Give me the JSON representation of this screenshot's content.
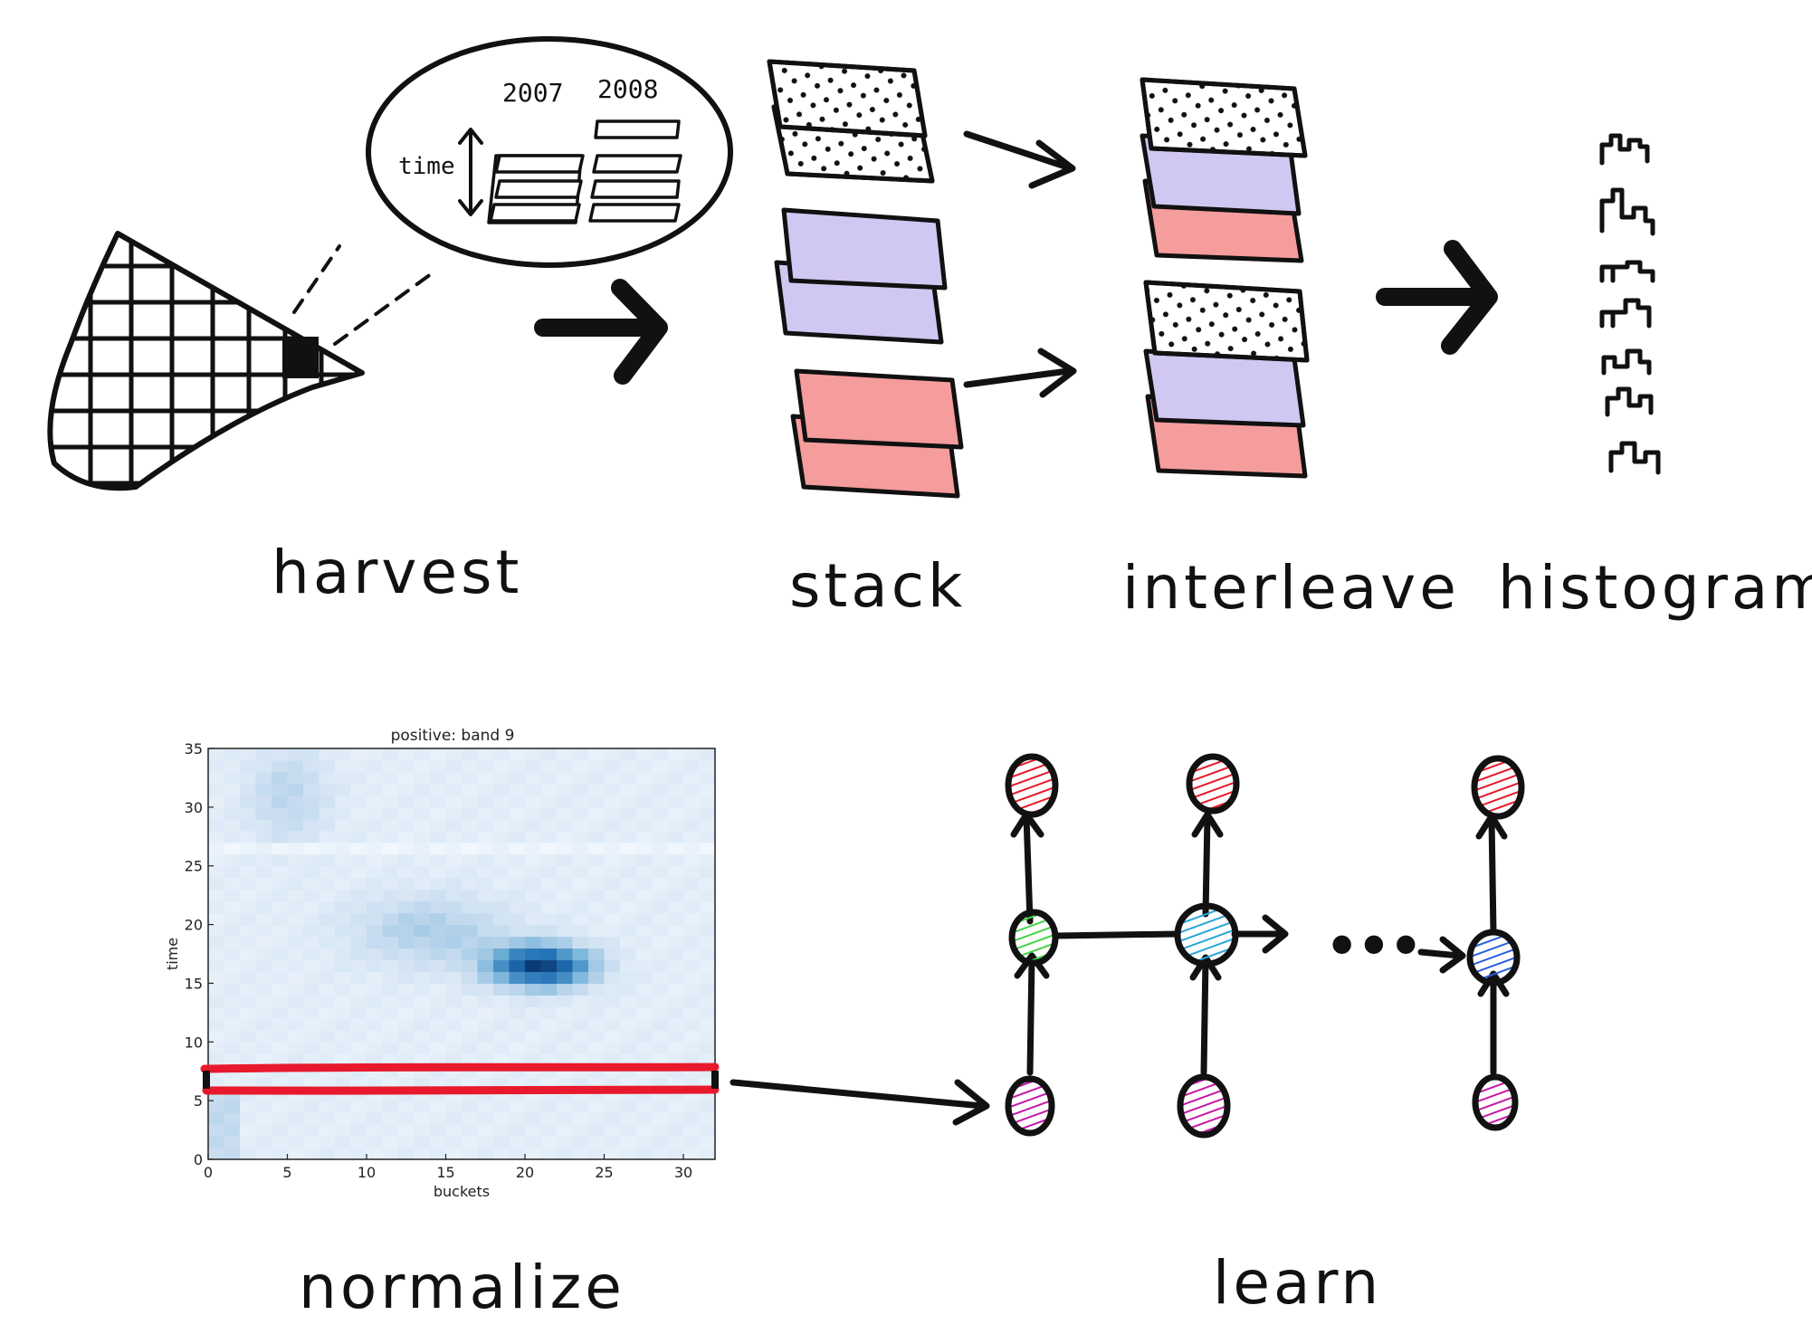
{
  "labels": {
    "harvest": "harvest",
    "stack": "stack",
    "interleave": "interleave",
    "histogram": "histogram",
    "normalize": "normalize",
    "learn": "learn"
  },
  "bubble": {
    "years": [
      "2007",
      "2008"
    ],
    "time_label": "time"
  },
  "ellipsis": "•••",
  "colors": {
    "purple_layer": "#d1c7f3",
    "red_layer": "#f59c9c",
    "highlight_band": "#e8192c",
    "node_red": "#e8192c",
    "node_green": "#46d24a",
    "node_cyan": "#2aa6d6",
    "node_blue": "#2a5fe0",
    "node_magenta": "#c41aa8",
    "heatmap_dark": "#08306b",
    "heatmap_light": "#f7fbff"
  },
  "chart_data": {
    "type": "heatmap",
    "title": "positive: band 9",
    "xlabel": "buckets",
    "ylabel": "time",
    "xlim": [
      0,
      32
    ],
    "ylim": [
      0,
      35
    ],
    "xticks": [
      0,
      5,
      10,
      15,
      20,
      25,
      30
    ],
    "yticks": [
      0,
      5,
      10,
      15,
      20,
      25,
      30,
      35
    ],
    "colormap": "Blues",
    "highlight_row_range": [
      6,
      7.5
    ],
    "hotspot": {
      "x": [
        17,
        24
      ],
      "y": [
        15,
        19
      ],
      "peak": [
        21,
        16.5
      ]
    }
  }
}
